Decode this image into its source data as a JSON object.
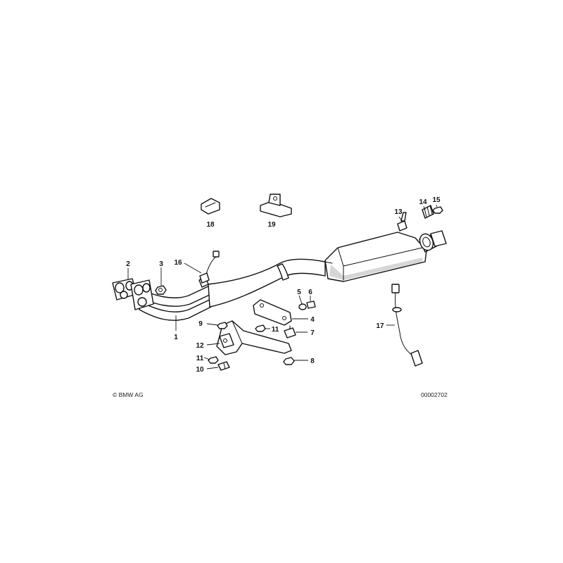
{
  "callouts": {
    "c1": "1",
    "c2": "2",
    "c3": "3",
    "c4": "4",
    "c5": "5",
    "c6": "6",
    "c7": "7",
    "c8": "8",
    "c9": "9",
    "c10": "10",
    "c11a": "11",
    "c11b": "11",
    "c12": "12",
    "c13": "13",
    "c14": "14",
    "c15": "15",
    "c16": "16",
    "c17": "17",
    "c18": "18",
    "c19": "19"
  },
  "footer": {
    "copyright": "© BMW AG",
    "diagram_number": "00002702"
  },
  "colors": {
    "line": "#111111",
    "background": "#ffffff",
    "shading": "#d6d6d6"
  }
}
